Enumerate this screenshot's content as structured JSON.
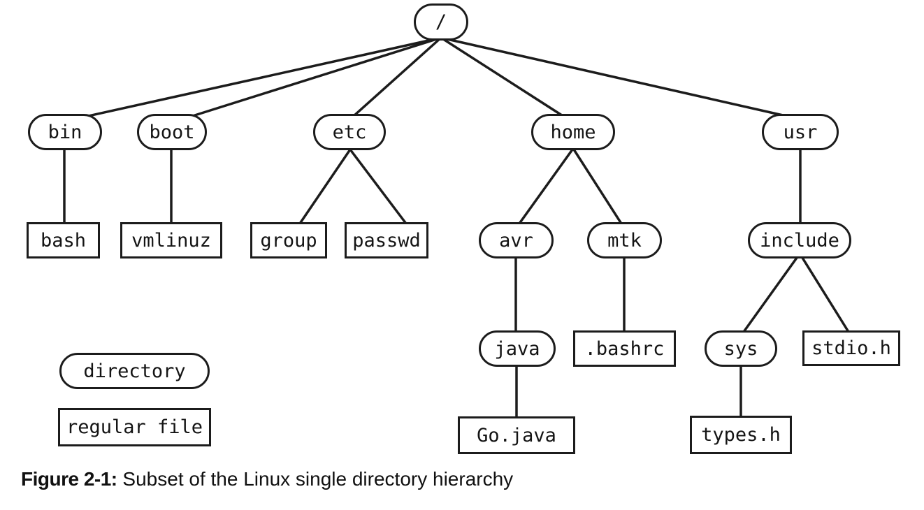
{
  "figure": {
    "caption_label": "Figure 2-1:",
    "caption_text": "Subset of the Linux single directory hierarchy"
  },
  "legend": {
    "directory_label": "directory",
    "regular_file_label": "regular file"
  },
  "colors": {
    "line": "#1c1c1c",
    "background": "#ffffff",
    "text": "#141414"
  },
  "tree": {
    "nodes": {
      "root": {
        "label": "/",
        "type": "directory"
      },
      "bin": {
        "label": "bin",
        "type": "directory",
        "parent": "root"
      },
      "boot": {
        "label": "boot",
        "type": "directory",
        "parent": "root"
      },
      "etc": {
        "label": "etc",
        "type": "directory",
        "parent": "root"
      },
      "home": {
        "label": "home",
        "type": "directory",
        "parent": "root"
      },
      "usr": {
        "label": "usr",
        "type": "directory",
        "parent": "root"
      },
      "bash": {
        "label": "bash",
        "type": "regular_file",
        "parent": "bin"
      },
      "vmlinuz": {
        "label": "vmlinuz",
        "type": "regular_file",
        "parent": "boot"
      },
      "group": {
        "label": "group",
        "type": "regular_file",
        "parent": "etc"
      },
      "passwd": {
        "label": "passwd",
        "type": "regular_file",
        "parent": "etc"
      },
      "avr": {
        "label": "avr",
        "type": "directory",
        "parent": "home"
      },
      "mtk": {
        "label": "mtk",
        "type": "directory",
        "parent": "home"
      },
      "include": {
        "label": "include",
        "type": "directory",
        "parent": "usr"
      },
      "java": {
        "label": "java",
        "type": "directory",
        "parent": "avr"
      },
      "bashrc": {
        "label": ".bashrc",
        "type": "regular_file",
        "parent": "mtk"
      },
      "sys": {
        "label": "sys",
        "type": "directory",
        "parent": "include"
      },
      "stdio_h": {
        "label": "stdio.h",
        "type": "regular_file",
        "parent": "include"
      },
      "go_java": {
        "label": "Go.java",
        "type": "regular_file",
        "parent": "java"
      },
      "types_h": {
        "label": "types.h",
        "type": "regular_file",
        "parent": "sys"
      }
    }
  }
}
